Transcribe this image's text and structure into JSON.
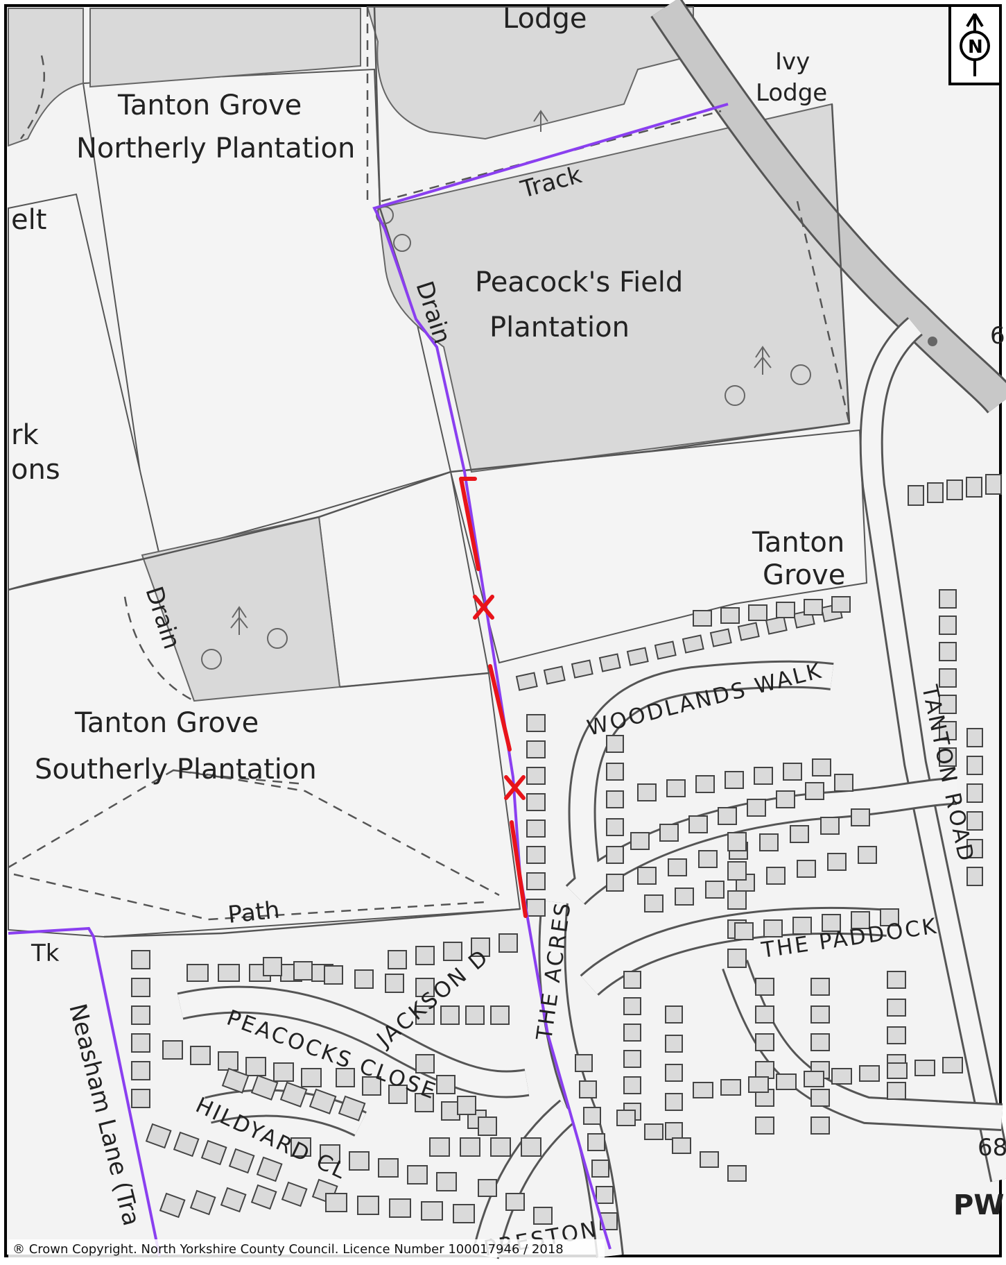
{
  "labels": {
    "lodge": "Lodge",
    "ivy_lodge_1": "Ivy",
    "ivy_lodge_2": "Lodge",
    "belt_fragment": "elt",
    "park_fragment_1": "rk",
    "park_fragment_2": "ons",
    "northerly_1": "Tanton Grove",
    "northerly_2": "Northerly Plantation",
    "track": "Track",
    "drain_north": "Drain",
    "peacocks_field_1": "Peacock's Field",
    "peacocks_field_2": "Plantation",
    "tanton_grove_1": "Tanton",
    "tanton_grove_2": "Grove",
    "drain_south": "Drain",
    "southerly_1": "Tanton Grove",
    "southerly_2": "Southerly Plantation",
    "path": "Path",
    "tk": "Tk",
    "neasham_lane": "Neasham Lane (Tra",
    "right_num_1": "6",
    "right_num_2": "68",
    "pw": "PW"
  },
  "streets": {
    "woodlands_walk": "WOODLANDS WALK",
    "tanton_road": "TANTON ROAD",
    "the_acres": "THE ACRES",
    "the_paddock": "THE PADDOCK",
    "jackson_d": "JACKSON D",
    "peacocks_close": "PEACOCKS CLOSE",
    "hildyard_cl": "HILDYARD CL",
    "preston": "PRESTON"
  },
  "compass": {
    "letter": "N"
  },
  "copyright": "® Crown Copyright. North Yorkshire County Council. Licence Number 100017946 / 2018",
  "colors": {
    "route_purple": "#8a3ff0",
    "obstruction_red": "#e8141a",
    "plantation_fill": "#d9d9d9",
    "land_fill": "#f4f4f4",
    "building_fill": "#dadada",
    "road_fill": "#c8c8c8",
    "line": "#555555"
  }
}
